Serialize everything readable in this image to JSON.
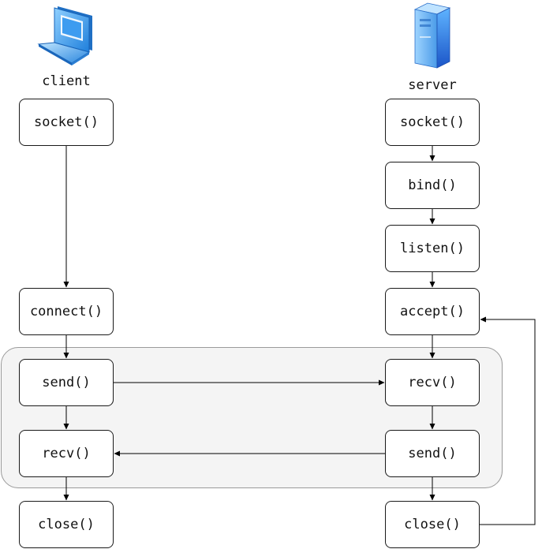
{
  "actors": {
    "client": {
      "label": "client",
      "icon": "laptop-icon"
    },
    "server": {
      "label": "server",
      "icon": "server-tower-icon"
    }
  },
  "client_steps": [
    "socket()",
    "connect()",
    "send()",
    "recv()",
    "close()"
  ],
  "server_steps": [
    "socket()",
    "bind()",
    "listen()",
    "accept()",
    "recv()",
    "send()",
    "close()"
  ],
  "colors": {
    "node_border": "#1a1a1a",
    "loop_fill": "#f4f4f4",
    "loop_border": "#9a9a9a",
    "icon_blue": "#2f8fe6"
  }
}
